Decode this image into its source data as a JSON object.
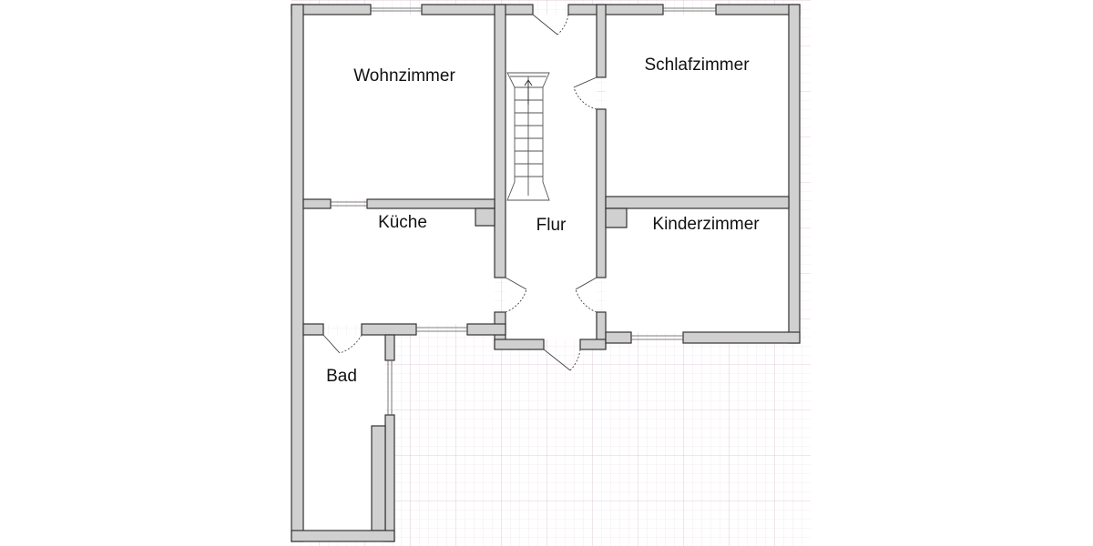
{
  "rooms": {
    "wohnzimmer": "Wohnzimmer",
    "schlafzimmer": "Schlafzimmer",
    "kueche": "Küche",
    "flur": "Flur",
    "kinderzimmer": "Kinderzimmer",
    "bad": "Bad"
  },
  "colors": {
    "wall_fill": "#d0d0d0",
    "wall_stroke": "#333333",
    "grid_minor": "#ecdde8",
    "grid_major": "#d9c3d4",
    "line": "#444444"
  },
  "icons": {
    "stair_arrow": "arrow-up-icon",
    "door_swing": "door-arc-icon",
    "window": "window-icon"
  }
}
